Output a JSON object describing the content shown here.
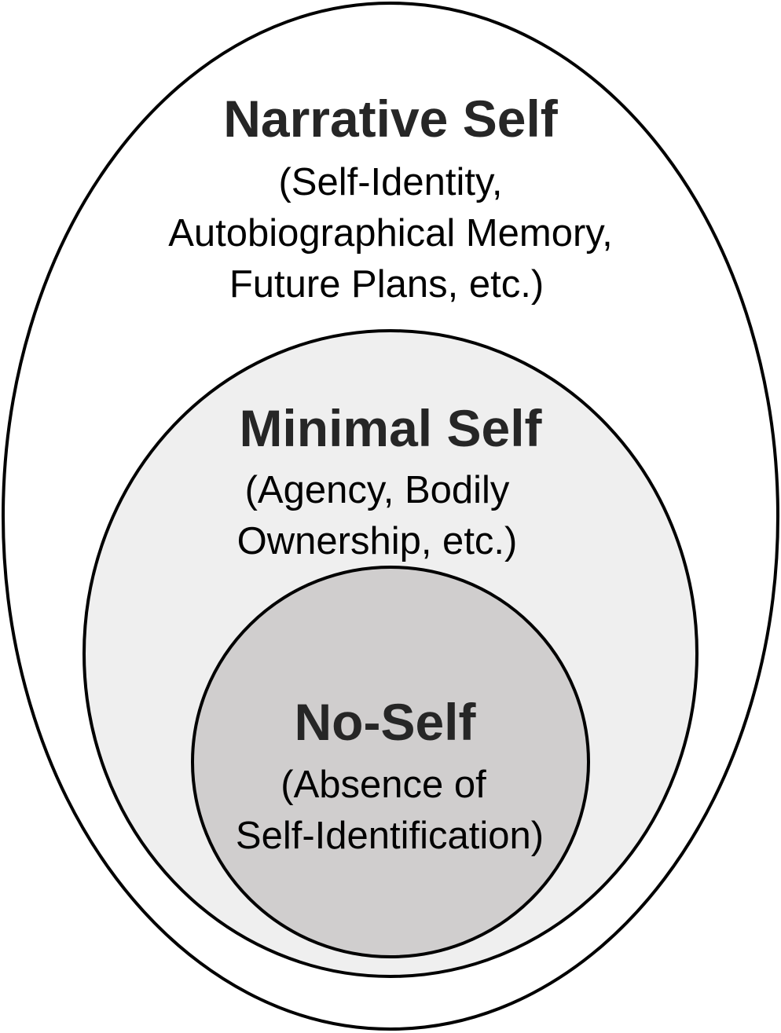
{
  "layers": {
    "narrative": {
      "title": "Narrative Self",
      "lines": [
        "(Self-Identity,",
        "Autobiographical Memory,",
        "Future Plans, etc.)"
      ],
      "fill": "#ffffff"
    },
    "minimal": {
      "title": "Minimal Self",
      "lines": [
        "(Agency, Bodily",
        "Ownership, etc.)"
      ],
      "fill": "#efefef"
    },
    "noself": {
      "title": "No-Self",
      "lines": [
        "(Absence of",
        "Self-Identification)"
      ],
      "fill": "#d0cece"
    }
  },
  "stroke": "#000000"
}
